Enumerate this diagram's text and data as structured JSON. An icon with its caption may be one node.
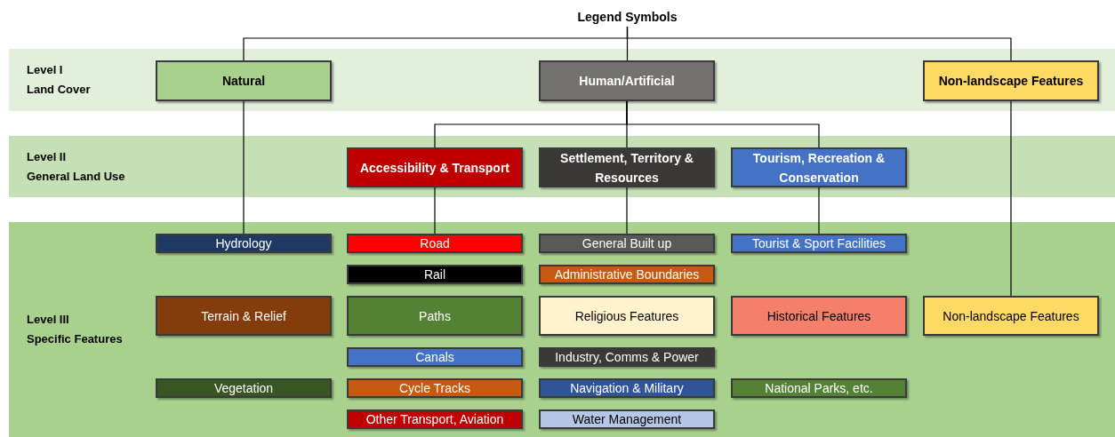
{
  "diagram": {
    "nodes": [
      {
        "text": [
          "Legend Symbols"
        ]
      },
      {
        "text": [
          "Level I",
          "Land Cover"
        ]
      },
      {
        "text": [
          "Natural"
        ],
        "in": 1
      },
      {
        "text": [
          "Human/Artificial"
        ],
        "in": 1
      },
      {
        "text": [
          "Non-landscape Features"
        ],
        "in": 1
      },
      {
        "text": [
          "Level II",
          "General Land Use"
        ]
      },
      {
        "text": [
          "Accessibility & Transport"
        ],
        "in": 5
      },
      {
        "text": [
          "Settlement, Territory & Resources"
        ],
        "in": 5
      },
      {
        "text": [
          "Tourism, Recreation & Conservation"
        ],
        "in": 5
      },
      {
        "text": [
          "Level III",
          "Specific Features"
        ]
      },
      {
        "text": [
          "Hydrology"
        ],
        "in": 9
      },
      {
        "text": [
          "Road"
        ],
        "in": 9
      },
      {
        "text": [
          "General Built up"
        ],
        "in": 9
      },
      {
        "text": [
          "Tourist & Sport Facilities"
        ],
        "in": 9
      },
      {
        "text": [
          "Rail"
        ],
        "in": 9
      },
      {
        "text": [
          "Administrative Boundaries"
        ],
        "in": 9
      },
      {
        "text": [
          "Terrain & Relief"
        ],
        "in": 9
      },
      {
        "text": [
          "Paths"
        ],
        "in": 9
      },
      {
        "text": [
          "Religious Features"
        ],
        "in": 9
      },
      {
        "text": [
          "Historical Features"
        ],
        "in": 9
      },
      {
        "text": [
          "Non-landscape Features"
        ],
        "in": 9
      },
      {
        "text": [
          "Canals"
        ],
        "in": 9
      },
      {
        "text": [
          "Industry, Comms & Power"
        ],
        "in": 9
      },
      {
        "text": [
          "Vegetation"
        ],
        "in": 9
      },
      {
        "text": [
          "Cycle Tracks"
        ],
        "in": 9
      },
      {
        "text": [
          "Navigation & Military"
        ],
        "in": 9
      },
      {
        "text": [
          "National Parks, etc."
        ],
        "in": 9
      },
      {
        "text": [
          "Other Transport, Aviation"
        ],
        "in": 9
      },
      {
        "text": [
          "Water Management"
        ],
        "in": 9
      }
    ],
    "edges": [
      {
        "from": 0,
        "to": 2,
        "arrow": "none"
      },
      {
        "from": 0,
        "to": 3,
        "arrow": "none"
      },
      {
        "from": 0,
        "to": 4,
        "arrow": "none"
      },
      {
        "from": 2,
        "to": 10,
        "arrow": "none"
      },
      {
        "from": 3,
        "to": 6,
        "arrow": "none"
      },
      {
        "from": 3,
        "to": 7,
        "arrow": "none"
      },
      {
        "from": 3,
        "to": 8,
        "arrow": "none"
      },
      {
        "from": 4,
        "to": 20,
        "arrow": "none"
      },
      {
        "from": 6,
        "to": 11,
        "arrow": "none"
      },
      {
        "from": 7,
        "to": 12,
        "arrow": "none"
      },
      {
        "from": 8,
        "to": 13,
        "arrow": "none"
      }
    ]
  }
}
